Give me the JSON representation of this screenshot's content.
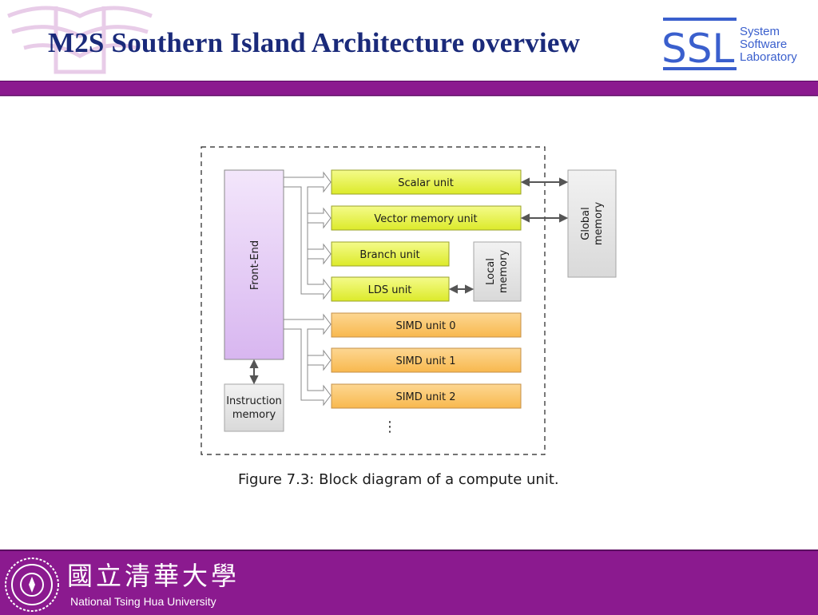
{
  "slide": {
    "title": "M2S Southern Island Architecture overview"
  },
  "logo": {
    "mark": "SSL",
    "line1": "System",
    "line2": "Software",
    "line3": "Laboratory",
    "color": "#3a5fcd"
  },
  "diagram": {
    "front_end": "Front-End",
    "scalar_unit": "Scalar unit",
    "vector_memory_unit": "Vector memory unit",
    "branch_unit": "Branch unit",
    "lds_unit": "LDS unit",
    "simd_unit_0": "SIMD unit 0",
    "simd_unit_1": "SIMD unit 1",
    "simd_unit_2": "SIMD unit 2",
    "local_memory_line1": "Local",
    "local_memory_line2": "memory",
    "global_memory_line1": "Global",
    "global_memory_line2": "memory",
    "instruction_memory_line1": "Instruction",
    "instruction_memory_line2": "memory",
    "ellipsis": "⋮",
    "caption": "Figure 7.3:  Block diagram of a compute unit.",
    "colors": {
      "front_end": "#e3c8f5",
      "yellow_units": "#e8f542",
      "simd_units": "#fbc46a",
      "memory": "#e6e6e6"
    }
  },
  "footer": {
    "university_cjk": "國立清華大學",
    "university_en": "National Tsing Hua University",
    "band_color": "#8b1a8f"
  }
}
